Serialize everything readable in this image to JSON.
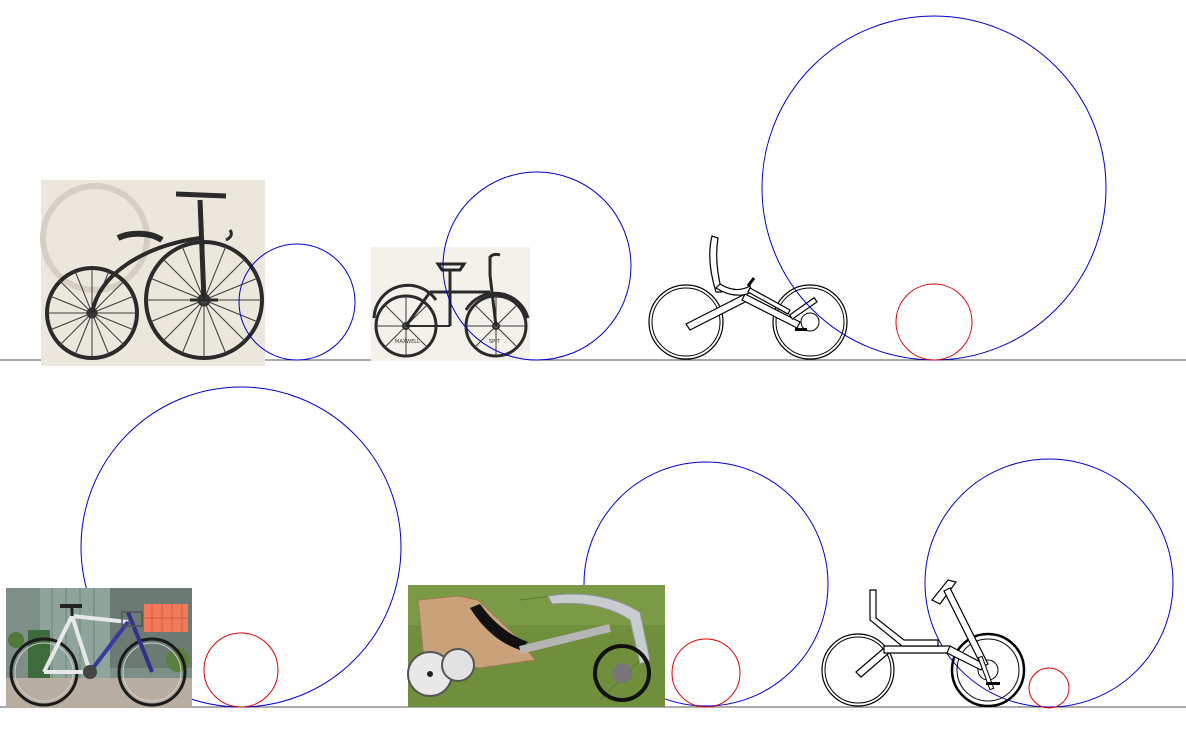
{
  "colors": {
    "background": "#ffffff",
    "ground_line": "#555555",
    "wheel_circle_large": "#0000cc",
    "wheel_circle_small": "#dd0000",
    "engraving_paper": "#ece7dd",
    "photo_garden_wall": "#7d8f86",
    "photo_grass": "#6f8f3c",
    "basket_orange": "#f07a5a",
    "cardboard": "#c9a27a"
  },
  "panels": [
    {
      "name": "velocipede-engraving",
      "kind": "engraving"
    },
    {
      "name": "dwarf-safety-engraving",
      "kind": "engraving"
    },
    {
      "name": "recumbent-line-drawing",
      "kind": "line-drawing"
    },
    {
      "name": "hybrid-bike-photo",
      "kind": "photo"
    },
    {
      "name": "velomobile-mockup-photo",
      "kind": "photo"
    },
    {
      "name": "tall-recumbent-line-drawing",
      "kind": "line-drawing"
    }
  ],
  "engraving_text": {
    "rear_tyre": "MAXWELL",
    "front_tyre": "SPIT"
  }
}
